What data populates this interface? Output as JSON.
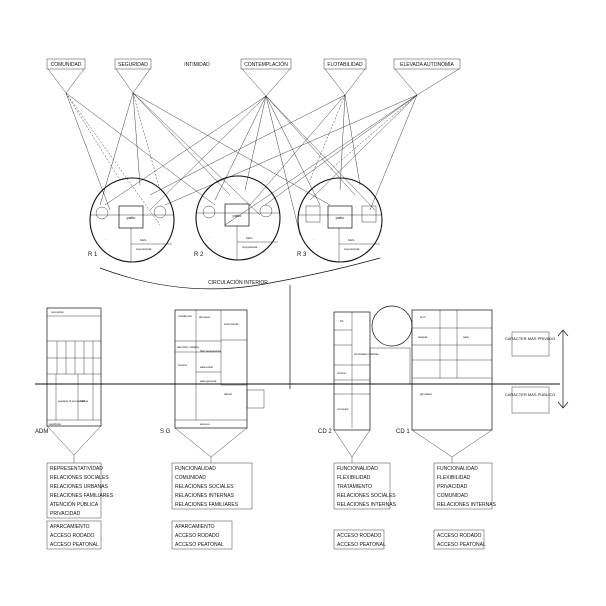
{
  "concepts": [
    "COMUNIDAD",
    "SEGURIDAD",
    "INTIMIDAD",
    "CONTEMPLACIÓN",
    "FLOTABILIDAD",
    "ELEVADA AUTONOMÍA"
  ],
  "rooms": [
    {
      "label": "R 1",
      "center": "patio",
      "bath": "baño",
      "bottom": "crepuscular"
    },
    {
      "label": "R 2",
      "center": "patio",
      "bath": "baño",
      "bottom": "crepuscular"
    },
    {
      "label": "R 3",
      "center": "patio",
      "bath": "baño",
      "bottom": "crepuscular"
    }
  ],
  "circulation_label": "CIRCULACIÓN INTERIOR",
  "character": {
    "private": "CARACTER MAS PRIVADO",
    "public": "CARACTER MAS PÚBLICO"
  },
  "modules": [
    {
      "label": "ADM",
      "header": "recepcion",
      "cells": [
        "relaciones & atención",
        "espacio & encuentro",
        "baños",
        "vestíbulo"
      ],
      "props": [
        "REPRESENTATIVIDAD",
        "RELACIONES SOCIALES",
        "RELACIONES URBANAS",
        "RELACIONES FAMILIARES",
        "ATENCIÓN PÚBLICA",
        "PRIVACIDAD"
      ],
      "access": [
        "APARCAMIENTO",
        "ACCESO RODADO",
        "ACCESO PEATONAL"
      ]
    },
    {
      "label": "S G",
      "header": "residencia",
      "cells": [
        "enfermeria",
        "almacen",
        "atención médica",
        "fisio terapeutica",
        "cocina",
        "sala estar",
        "admin",
        "sala general",
        "acceso"
      ],
      "props": [
        "FUNCIONALIDAD",
        "COMUNIDAD",
        "RELACIONES SOCIALES",
        "RELACIONES INTERNAS",
        "RELACIONES FAMILIARES"
      ],
      "access": [
        "APARCAMIENTO",
        "ACCESO RODADO",
        "ACCESO PEATONAL"
      ]
    },
    {
      "label": "CD 2",
      "header": "",
      "cells": [
        "consultas médicas",
        "Ps",
        "cocina",
        "comedor"
      ],
      "props": [
        "FUNCIONALIDAD",
        "FLEXIBILIDAD",
        "TRATAMIENTO",
        "RELACIONES SOCIALES",
        "RELACIONES INTERNAS"
      ],
      "access": [
        "ACCESO RODADO",
        "ACCESO PEATONAL"
      ]
    },
    {
      "label": "CD 1",
      "header": "",
      "cells": [
        "H₂O",
        "terapia",
        "sala",
        "gimnasio"
      ],
      "props": [
        "FUNCIONALIDAD",
        "FLEXIBILIDAD",
        "PRIVACIDAD",
        "COMUNIDAD",
        "RELACIONES INTERNAS"
      ],
      "access": [
        "ACCESO RODADO",
        "ACCESO PEATONAL"
      ]
    }
  ]
}
